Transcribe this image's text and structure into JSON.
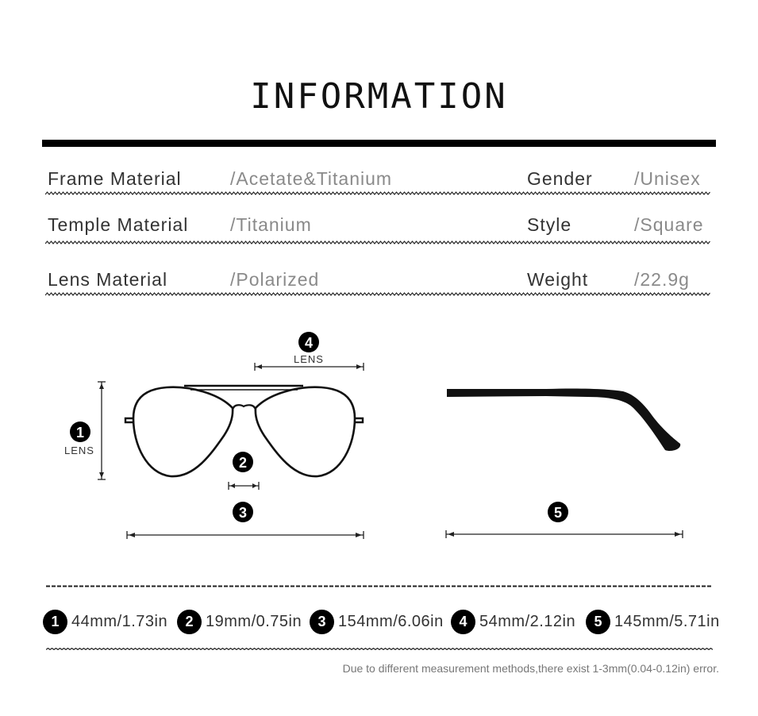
{
  "header": {
    "title": "INFORMATION"
  },
  "specs": [
    {
      "label": "Frame Material",
      "value": "/Acetate&Titanium",
      "label2": "Gender",
      "value2": "/Unisex"
    },
    {
      "label": "Temple Material",
      "value": "/Titanium",
      "label2": "Style",
      "value2": "/Square"
    },
    {
      "label": "Lens Material",
      "value": "/Polarized",
      "label2": "Weight",
      "value2": "/22.9g"
    }
  ],
  "diagram": {
    "markers": [
      "1",
      "2",
      "3",
      "4",
      "5"
    ],
    "lens_label": "LENS"
  },
  "measurements": [
    {
      "num": "1",
      "value": "44mm/1.73in"
    },
    {
      "num": "2",
      "value": "19mm/0.75in"
    },
    {
      "num": "3",
      "value": "154mm/6.06in"
    },
    {
      "num": "4",
      "value": "54mm/2.12in"
    },
    {
      "num": "5",
      "value": "145mm/5.71in"
    }
  ],
  "note": "Due to different measurement methods,there exist 1-3mm(0.04-0.12in) error.",
  "colors": {
    "text": "#333333",
    "value": "#8a8a8a",
    "rule": "#000000"
  }
}
